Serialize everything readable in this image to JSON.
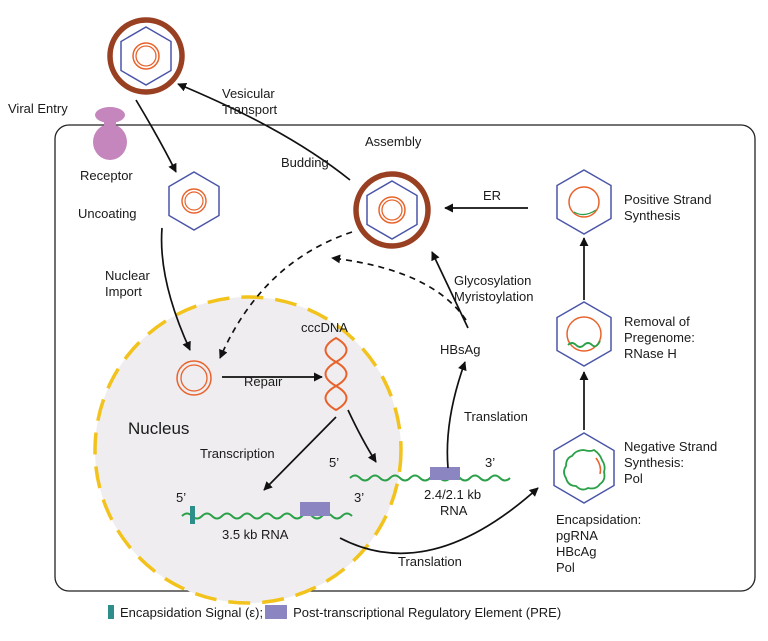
{
  "labels": {
    "viral_entry": "Viral Entry",
    "vesicular_1": "Vesicular",
    "vesicular_2": "Transport",
    "assembly": "Assembly",
    "budding": "Budding",
    "receptor": "Receptor",
    "uncoating": "Uncoating",
    "er": "ER",
    "positive_1": "Positive Strand",
    "positive_2": "Synthesis",
    "nuclear_1": "Nuclear",
    "nuclear_2": "Import",
    "glyco_1": "Glycosylation",
    "glyco_2": "Myristoylation",
    "cccdna": "cccDNA",
    "removal_1": "Removal of",
    "removal_2": "Pregenome:",
    "removal_3": "RNase H",
    "hbsag": "HBsAg",
    "repair": "Repair",
    "translation_top": "Translation",
    "nucleus": "Nucleus",
    "transcription": "Transcription",
    "negative_1": "Negative Strand",
    "negative_2": "Synthesis:",
    "negative_3": "Pol",
    "five_prime_a": "5’",
    "three_prime_a": "3’",
    "rna_24_1": "2.4/2.1 kb",
    "rna_24_2": "RNA",
    "five_prime_b": "5’",
    "three_prime_b": "3’",
    "rna_35": "3.5 kb RNA",
    "encaps_1": "Encapsidation:",
    "encaps_2": "pgRNA",
    "encaps_3": "HBcAg",
    "encaps_4": "Pol",
    "translation_bottom": "Translation"
  },
  "legend": {
    "encapsidation_signal": "Encapsidation Signal (ε);",
    "pre": "Post-transcriptional Regulatory Element (PRE)"
  },
  "colors": {
    "envelope": "#9a4022",
    "capsid": "#4b55a8",
    "dna": "#e8632b",
    "rna": "#2aa048",
    "nucleus_dash": "#f2c31c",
    "receptor": "#c586be",
    "pre": "#8b85c1",
    "signal": "#2e8e8a"
  }
}
